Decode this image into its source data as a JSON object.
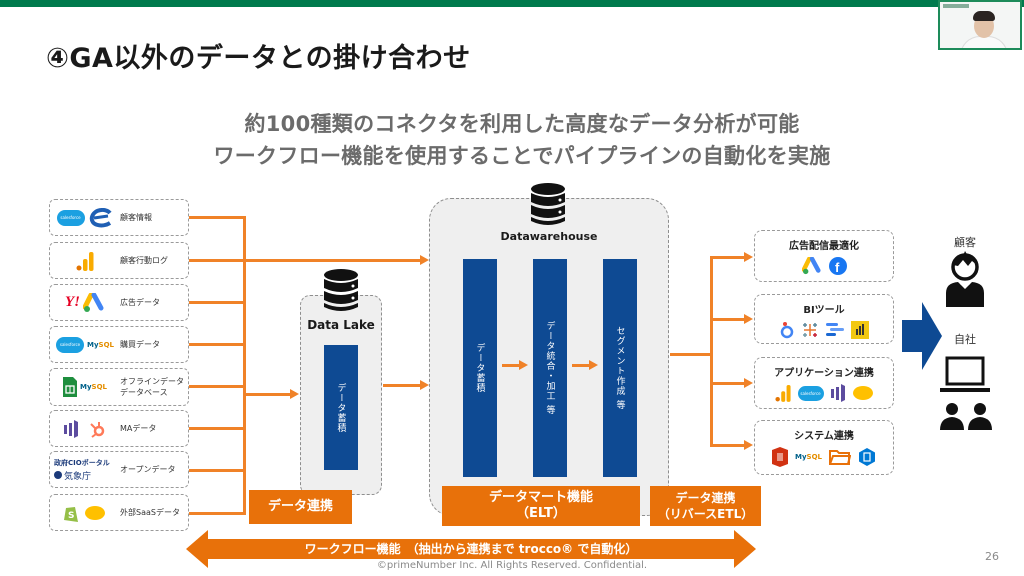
{
  "header": {
    "title": "④GA以外のデータとの掛け合わせ",
    "subtitle_line1": "約100種類のコネクタを利用した高度なデータ分析が可能",
    "subtitle_line2": "ワークフロー機能を使用することでパイプラインの自動化を実施",
    "accent_color": "#007a4d"
  },
  "sources": [
    {
      "label": "顧客情報",
      "icons": [
        "salesforce-icon",
        "eccube-icon"
      ]
    },
    {
      "label": "顧客行動ログ",
      "icons": [
        "google-analytics-icon"
      ]
    },
    {
      "label": "広告データ",
      "icons": [
        "yahoo-icon",
        "google-ads-icon"
      ]
    },
    {
      "label": "購買データ",
      "icons": [
        "salesforce-icon",
        "mysql-icon"
      ]
    },
    {
      "label_line1": "オフラインデータ",
      "label_line2": "データベース",
      "icons": [
        "google-sheets-icon",
        "mysql-icon"
      ]
    },
    {
      "label": "MAデータ",
      "icons": [
        "marketo-icon",
        "hubspot-icon"
      ]
    },
    {
      "label": "オープンデータ",
      "icons": [
        "cio-portal-icon",
        "jma-icon"
      ],
      "icon_text1": "政府CIOポータル",
      "icon_text2": "気象庁"
    },
    {
      "label": "外部SaaSデータ",
      "icons": [
        "shopify-icon",
        "mailchimp-icon"
      ]
    }
  ],
  "data_lake": {
    "title": "Data Lake",
    "column": "データ蓄積"
  },
  "dwh": {
    "title": "Datawarehouse",
    "columns": [
      "データ蓄積",
      "データ統合・加工 等",
      "セグメント作成 等"
    ]
  },
  "stages": {
    "data_link": "データ連携",
    "datamart_line1": "データマート機能",
    "datamart_line2": "（ELT）",
    "reverse_line1": "データ連携",
    "reverse_line2": "（リバースETL）"
  },
  "destinations": [
    {
      "label": "広告配信最適化",
      "icons": [
        "google-ads-icon",
        "facebook-icon"
      ]
    },
    {
      "label": "BIツール",
      "icons": [
        "looker-icon",
        "tableau-icon",
        "data-studio-icon",
        "power-bi-icon"
      ]
    },
    {
      "label": "アプリケーション連携",
      "icons": [
        "google-analytics-icon",
        "salesforce-icon",
        "marketo-icon",
        "mailchimp-icon"
      ]
    },
    {
      "label": "システム連携",
      "icons": [
        "aws-s3-icon",
        "mysql-icon",
        "folder-icon",
        "azure-blob-icon"
      ]
    }
  ],
  "users": {
    "customer": "顧客",
    "company": "自社"
  },
  "workflow": "ワークフロー機能　（抽出から連携まで trocco® で自動化）",
  "footer": {
    "copyright": "©primeNumber Inc. All Rights Reserved. Confidential.",
    "page_number": "26"
  }
}
